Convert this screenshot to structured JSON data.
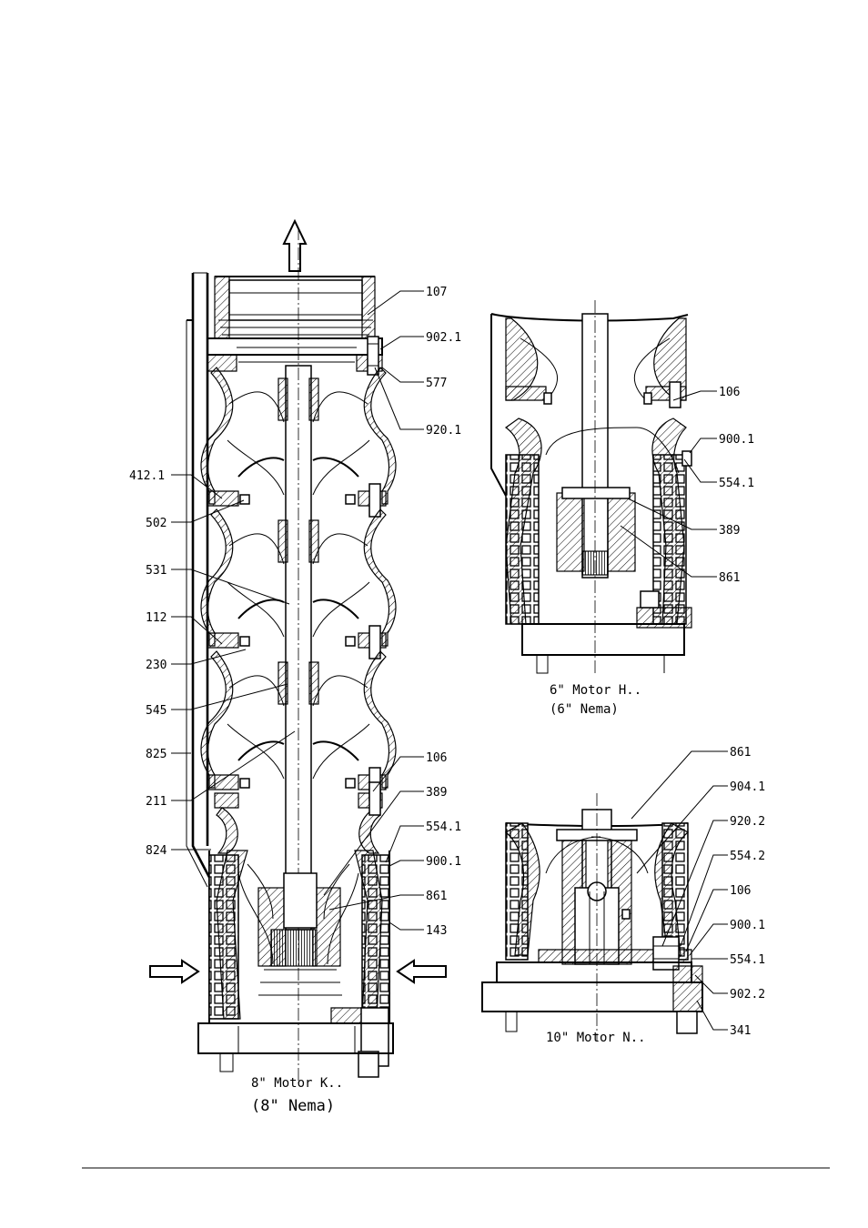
{
  "labels_main_left": [
    "412.1",
    "502",
    "531",
    "112",
    "230",
    "545",
    "825",
    "211",
    "824"
  ],
  "labels_main_right": [
    "107",
    "902.1",
    "577",
    "920.1",
    "106",
    "389",
    "554.1",
    "900.1",
    "861",
    "143"
  ],
  "labels_6in": [
    "106",
    "900.1",
    "554.1",
    "389",
    "861"
  ],
  "labels_10in": [
    "861",
    "904.1",
    "920.2",
    "554.2",
    "106",
    "900.1",
    "554.1",
    "902.2",
    "341"
  ],
  "captions": {
    "main_line1": "8\" Motor K..",
    "main_line2": "(8\" Nema)",
    "six_line1": "6\" Motor H..",
    "six_line2": "(6\" Nema)",
    "ten_line1": "10\" Motor N.."
  }
}
